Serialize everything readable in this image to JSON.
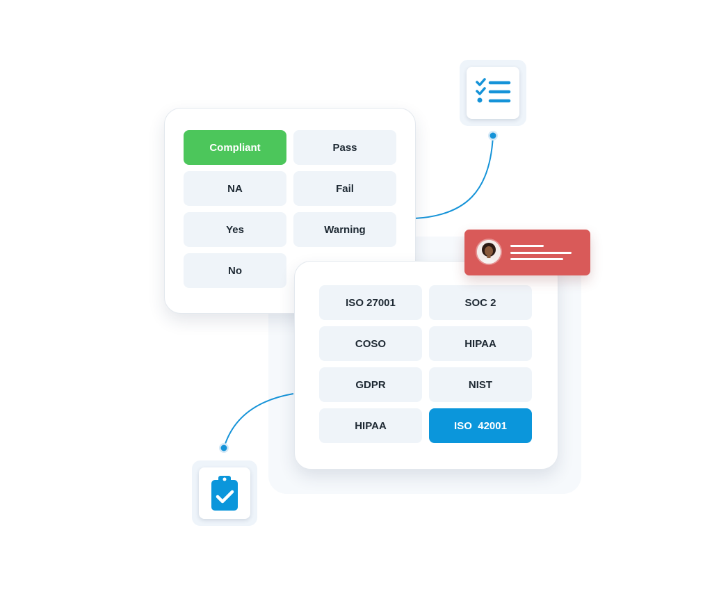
{
  "status_card": {
    "options": [
      "Compliant",
      "Pass",
      "NA",
      "Fail",
      "Yes",
      "Warning",
      "No"
    ],
    "active": "Compliant"
  },
  "framework_card": {
    "options": [
      "ISO 27001",
      "SOC 2",
      "COSO",
      "HIPAA",
      "GDPR",
      "NIST",
      "HIPAA",
      "ISO  42001"
    ],
    "selected": "ISO  42001"
  },
  "icons": {
    "top_right": "checklist-icon",
    "bottom_left": "clipboard-check-icon",
    "notification": "user-avatar"
  },
  "colors": {
    "compliant_green": "#4cc65b",
    "selected_blue": "#0b96db",
    "notification_red": "#d95a59",
    "connector_blue": "#1593d8",
    "chip_bg": "#eff4f9"
  }
}
